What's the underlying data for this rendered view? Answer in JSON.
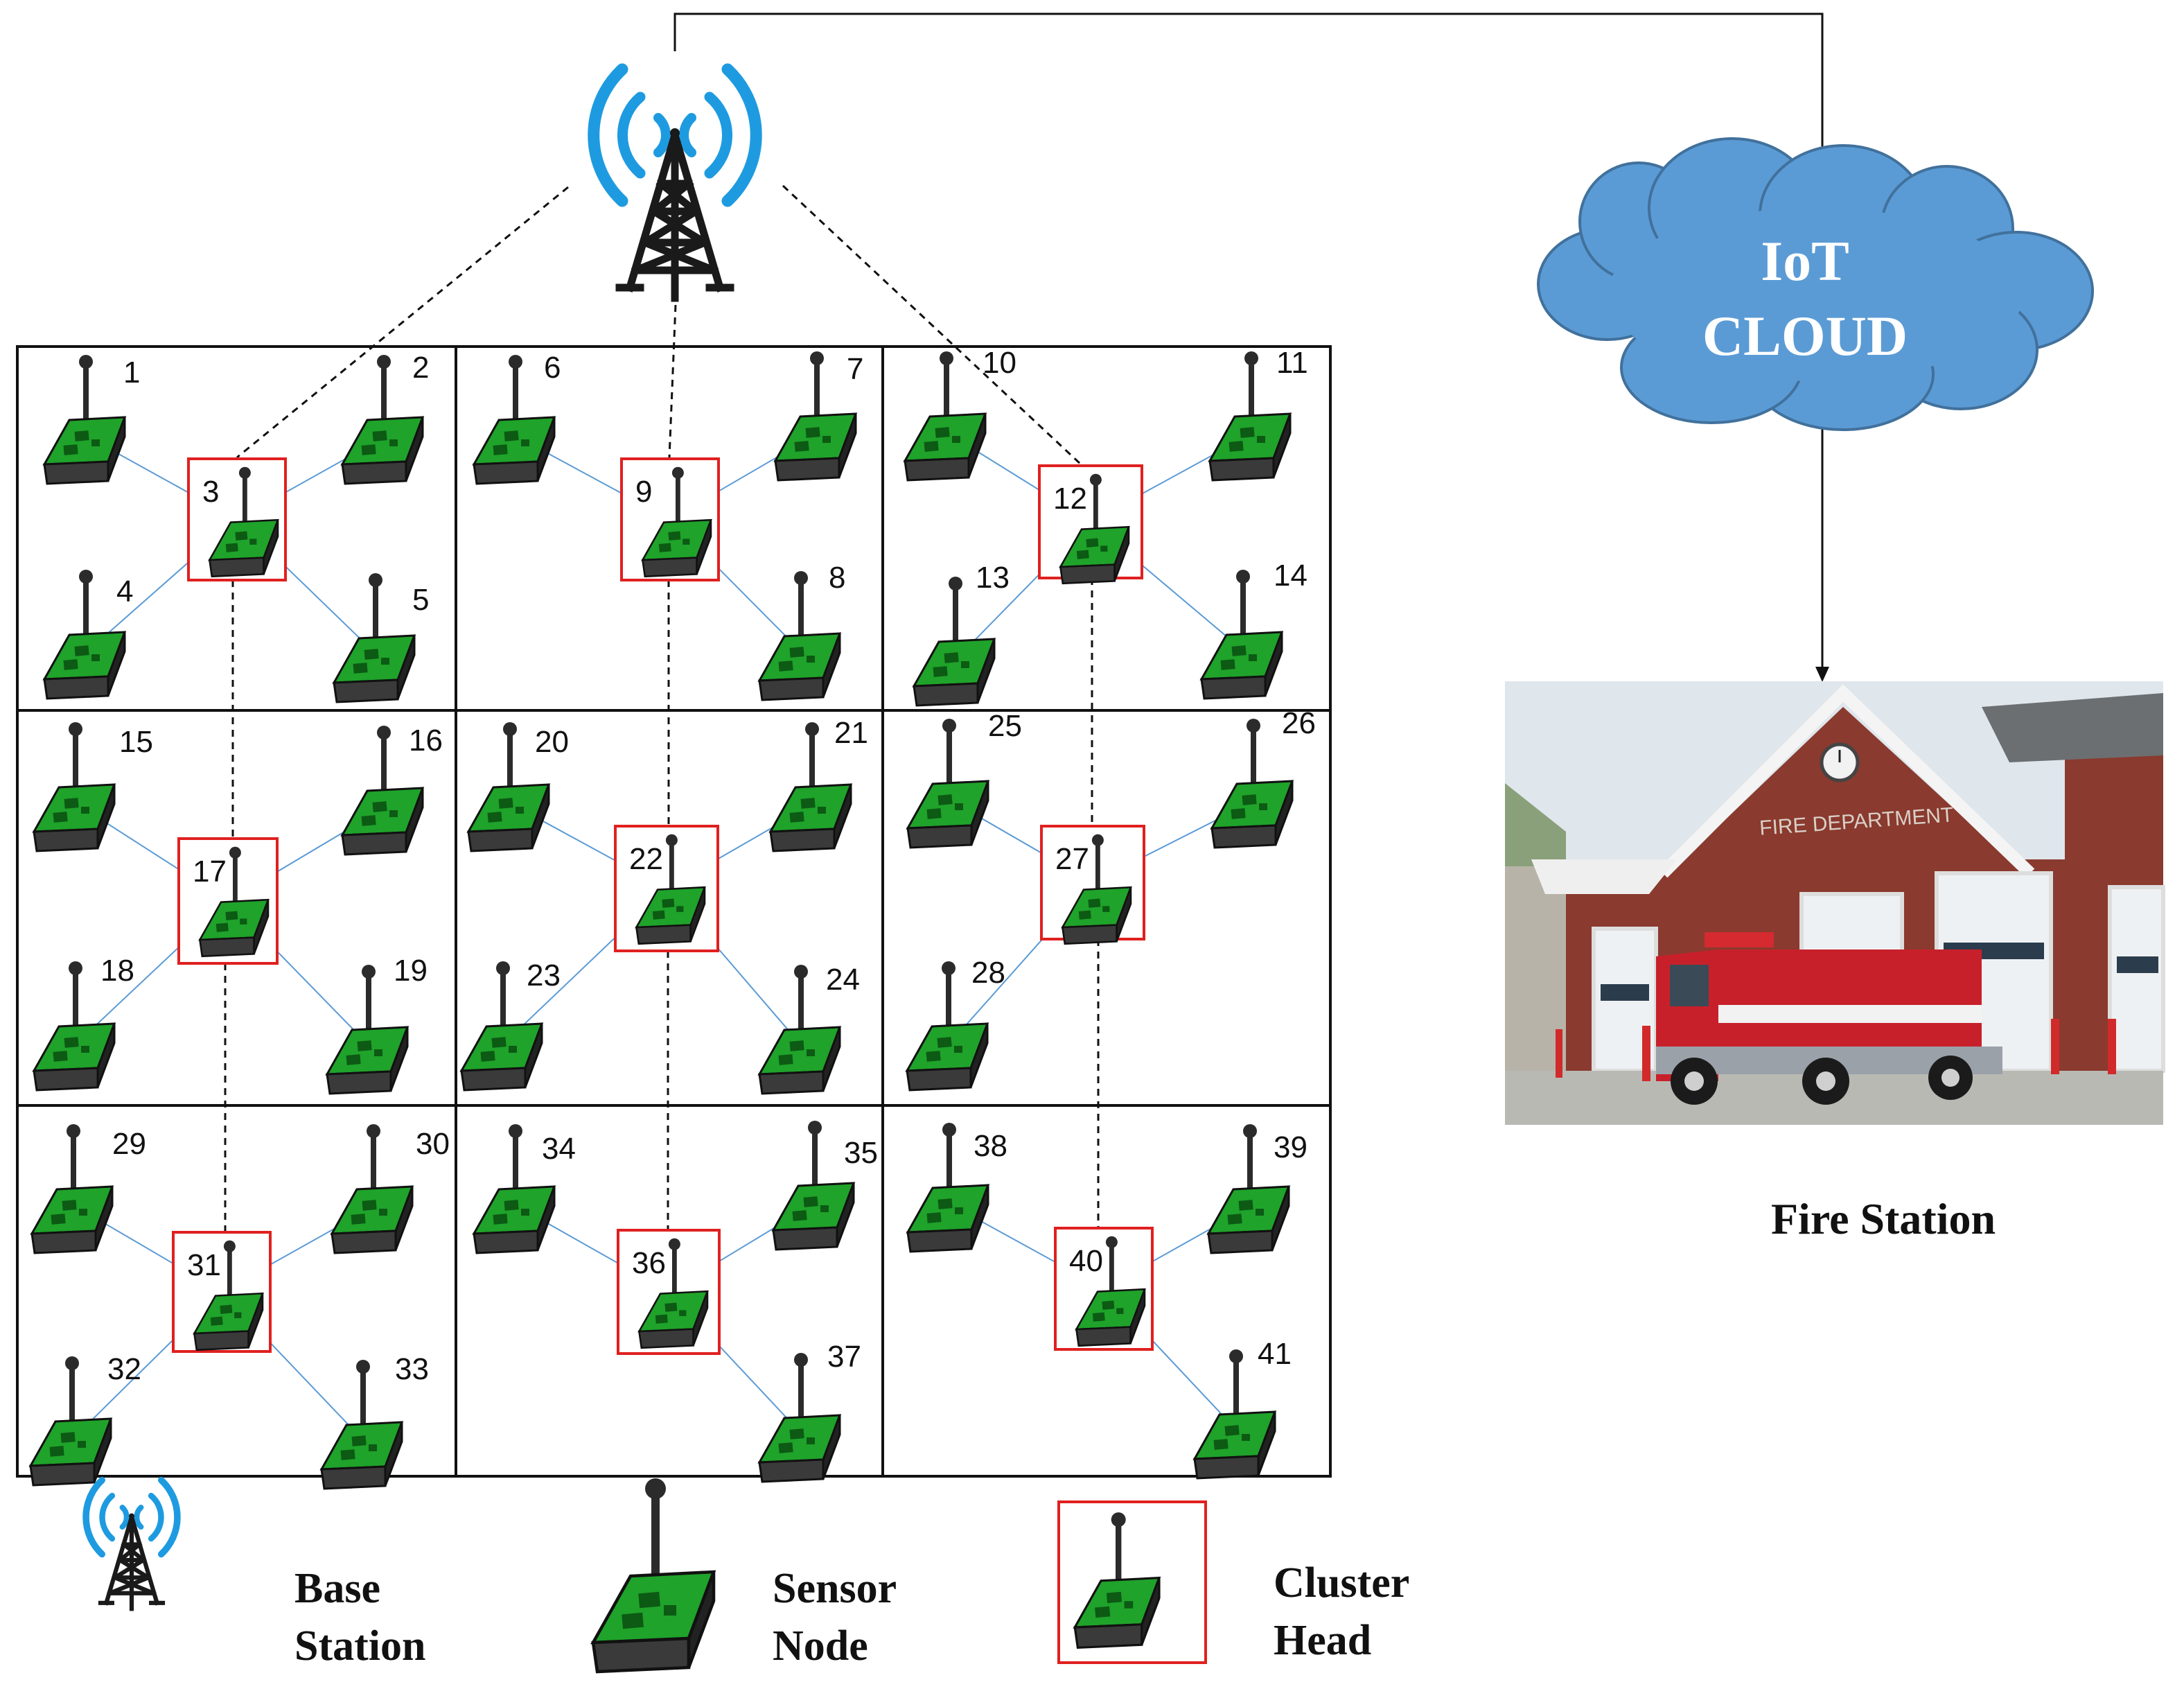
{
  "cloud": {
    "line1": "IoT",
    "line2": "CLOUD"
  },
  "fire_station": {
    "caption": "Fire Station",
    "sign": "FIRE DEPARTMENT"
  },
  "legend": {
    "base_station": [
      "Base",
      "Station"
    ],
    "sensor_node": [
      "Sensor",
      "Node"
    ],
    "cluster_head": [
      "Cluster",
      "Head"
    ]
  },
  "clusters": [
    {
      "head": "3",
      "sensors": [
        "1",
        "2",
        "4",
        "5"
      ]
    },
    {
      "head": "9",
      "sensors": [
        "6",
        "7",
        "8"
      ]
    },
    {
      "head": "12",
      "sensors": [
        "10",
        "11",
        "13",
        "14"
      ]
    },
    {
      "head": "17",
      "sensors": [
        "15",
        "16",
        "18",
        "19"
      ]
    },
    {
      "head": "22",
      "sensors": [
        "20",
        "21",
        "23",
        "24"
      ]
    },
    {
      "head": "27",
      "sensors": [
        "25",
        "26",
        "28"
      ]
    },
    {
      "head": "31",
      "sensors": [
        "29",
        "30",
        "32",
        "33"
      ]
    },
    {
      "head": "36",
      "sensors": [
        "34",
        "35",
        "37"
      ]
    },
    {
      "head": "40",
      "sensors": [
        "38",
        "39",
        "41"
      ]
    }
  ],
  "colors": {
    "signal": "#1E9BE0",
    "node_green": "#1FA32A",
    "node_dark": "#2B2B2B",
    "cluster_box": "#E02020",
    "cloud_fill": "#5B9BD5",
    "link": "#5B9BD5"
  }
}
